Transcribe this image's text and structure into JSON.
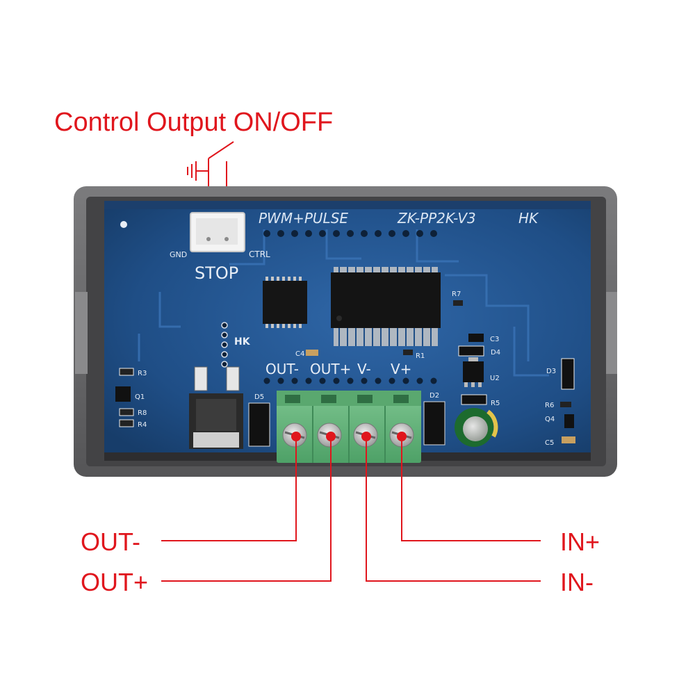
{
  "title": "Control Output ON/OFF",
  "board": {
    "heading_left": "PWM+PULSE",
    "heading_model": "ZK-PP2K-V3",
    "heading_right": "HK",
    "stop_label": "STOP",
    "gnd_label": "GND",
    "ctrl_label": "CTRL",
    "hk_label": "HK",
    "terminal_labels": [
      "OUT-",
      "OUT+",
      "V-",
      "V+"
    ],
    "components": {
      "r3": "R3",
      "q1": "Q1",
      "r8": "R8",
      "r4": "R4",
      "d5": "D5",
      "d2": "D2",
      "c4": "C4",
      "r1": "R1",
      "r7": "R7",
      "c3": "C3",
      "d4": "D4",
      "u2": "U2",
      "r5": "R5",
      "d3": "D3",
      "r6": "R6",
      "q4": "Q4",
      "c5": "C5"
    }
  },
  "callouts": {
    "out_minus": "OUT-",
    "out_plus": "OUT+",
    "in_plus": "IN+",
    "in_minus": "IN-"
  },
  "colors": {
    "accent": "#e0161d",
    "pcb": "#1f4e86",
    "terminal": "#5fb479",
    "case": "#6e6e70"
  }
}
